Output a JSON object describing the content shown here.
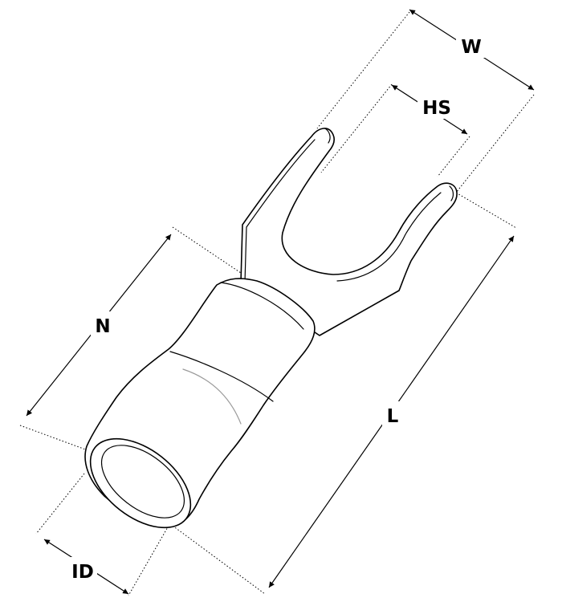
{
  "labels": {
    "w": "W",
    "hs": "HS",
    "n": "N",
    "l": "L",
    "id": "ID"
  },
  "colors": {
    "line": "#000000",
    "background": "#ffffff",
    "highlight": "#9a9a9a"
  }
}
